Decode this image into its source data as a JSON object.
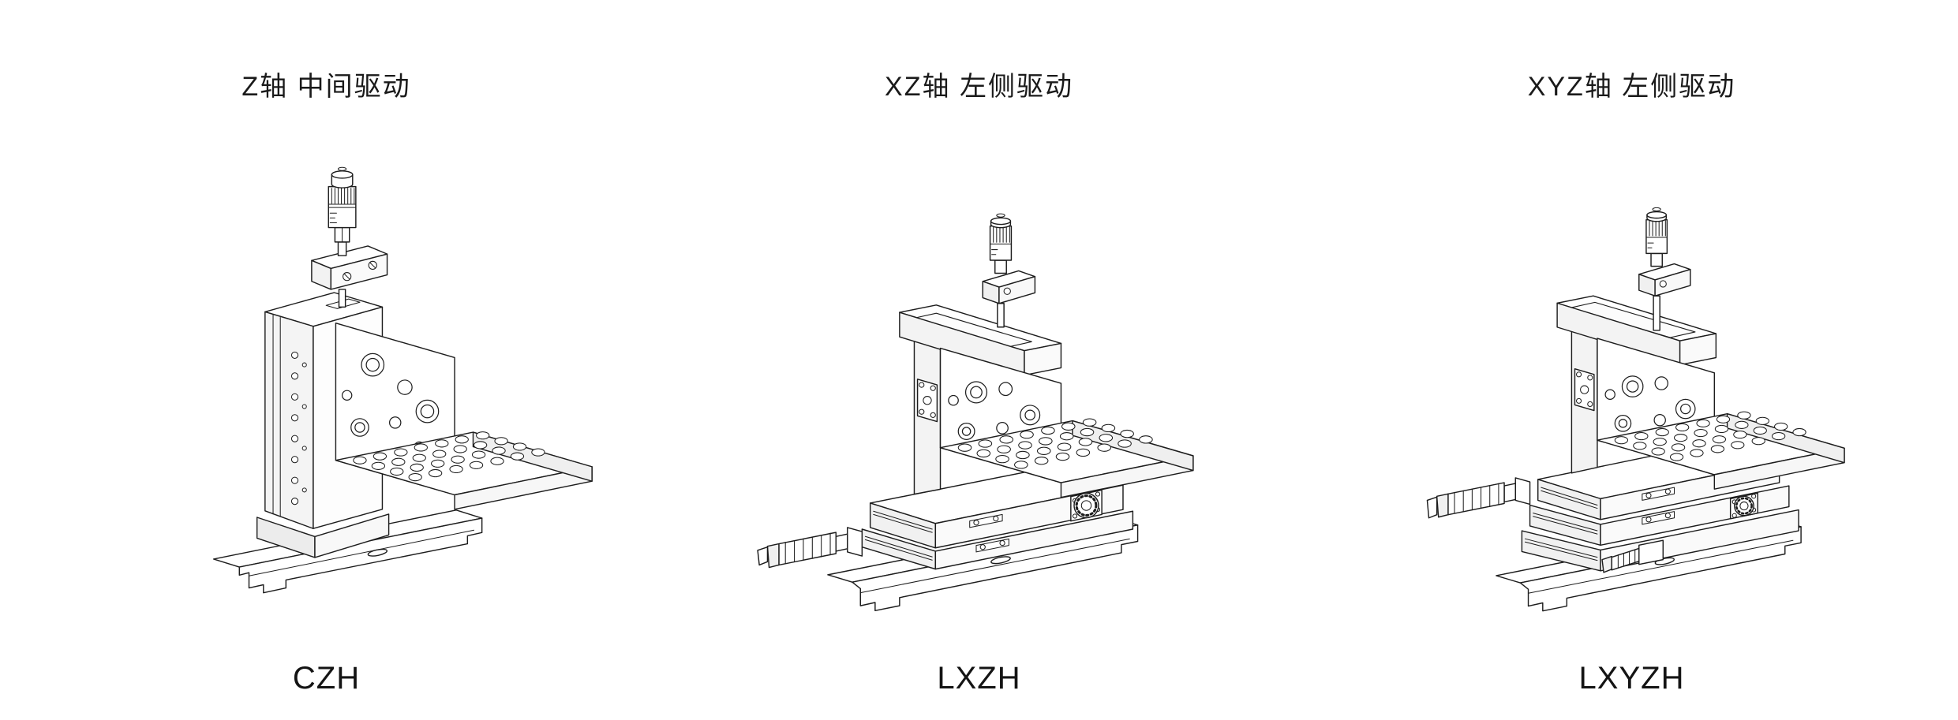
{
  "page": {
    "background": "#ffffff",
    "text_color": "#1a1a1a",
    "line_color": "#1d1d1d"
  },
  "figures": [
    {
      "title": "Z轴 中间驱动",
      "model": "CZH",
      "illustration": "z-axis-center-drive-stage"
    },
    {
      "title": "XZ轴 左侧驱动",
      "model": "LXZH",
      "illustration": "xz-axis-left-drive-stage"
    },
    {
      "title": "XYZ轴 左侧驱动",
      "model": "LXYZH",
      "illustration": "xyz-axis-left-drive-stage"
    }
  ]
}
